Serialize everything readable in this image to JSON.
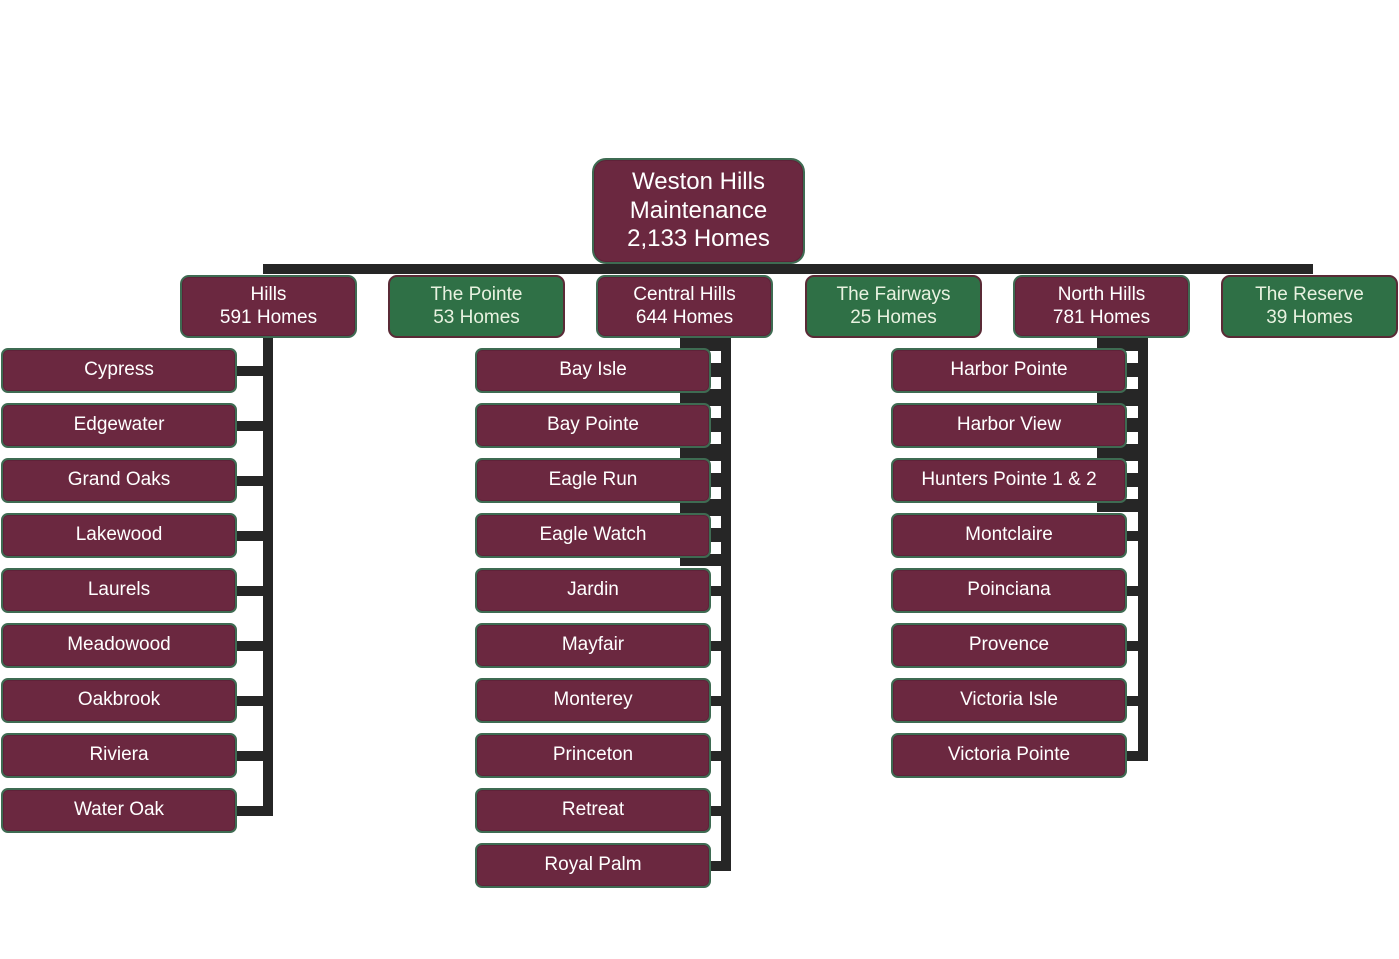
{
  "root": {
    "title_line1": "Weston Hills",
    "title_line2": "Maintenance",
    "homes": "2,133 Homes"
  },
  "colors": {
    "maroon": "#6b2840",
    "green": "#2f7046",
    "connector": "#262626"
  },
  "regions": [
    {
      "name": "Hills",
      "homes": "591 Homes",
      "color": "maroon",
      "communities": [
        "Cypress",
        "Edgewater",
        "Grand Oaks",
        "Lakewood",
        "Laurels",
        "Meadowood",
        "Oakbrook",
        "Riviera",
        "Water Oak"
      ]
    },
    {
      "name": "The Pointe",
      "homes": "53 Homes",
      "color": "green",
      "communities": []
    },
    {
      "name": "Central Hills",
      "homes": "644 Homes",
      "color": "maroon",
      "communities": [
        "Bay Isle",
        "Bay Pointe",
        "Eagle Run",
        "Eagle Watch",
        "Jardin",
        "Mayfair",
        "Monterey",
        "Princeton",
        "Retreat",
        "Royal Palm"
      ]
    },
    {
      "name": "The Fairways",
      "homes": "25 Homes",
      "color": "green",
      "communities": []
    },
    {
      "name": "North Hills",
      "homes": "781 Homes",
      "color": "maroon",
      "communities": [
        "Harbor Pointe",
        "Harbor View",
        "Hunters Pointe 1 & 2",
        "Montclaire",
        "Poinciana",
        "Provence",
        "Victoria Isle",
        "Victoria Pointe"
      ]
    },
    {
      "name": "The Reserve",
      "homes": "39 Homes",
      "color": "green",
      "communities": []
    }
  ]
}
